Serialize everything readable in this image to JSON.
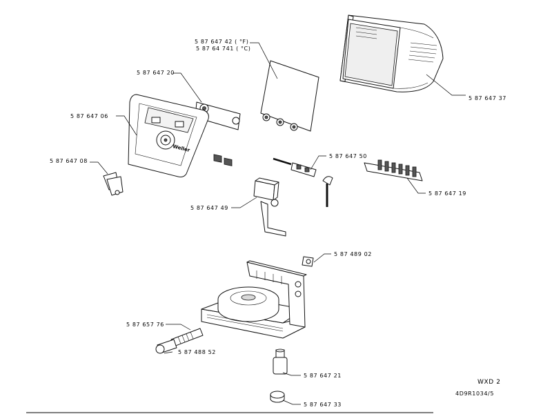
{
  "parts": {
    "sheet_f": "5 87 647 42 ( °F)",
    "sheet_c": "5 87 64 741 ( °C)",
    "front_insert": "5 87 647 20",
    "housing_cover": "5 87 647 37",
    "front_panel": "5 87 647 06",
    "clip": "5 87 647 08",
    "cable_assembly": "5 87 647 50",
    "terminal_board": "5 87 647 19",
    "solenoid_valve": "5 87 647 49",
    "connector": "5 87 489 02",
    "hose_fitting": "5 87 657 76",
    "hose_nozzle": "5 87 488 52",
    "foot_plug": "5 87 647 21",
    "rubber_foot": "5 87 647 33"
  },
  "footer": {
    "model": "WXD 2",
    "drawing_number": "4D9R1034/5"
  },
  "front_panel_logo": "Weller"
}
